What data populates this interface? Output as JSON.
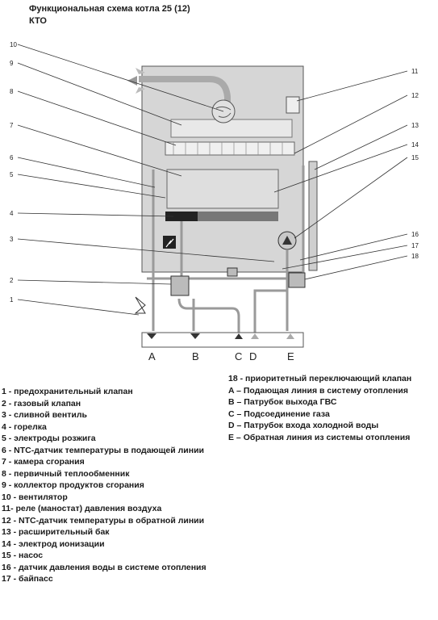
{
  "title_line1": "Функциональная схема котла 25 (12)",
  "title_line2": "КТО",
  "callouts": [
    "10",
    "9",
    "8",
    "7",
    "6",
    "5",
    "4",
    "3",
    "2",
    "1",
    "11",
    "12",
    "13",
    "14",
    "15",
    "16",
    "17",
    "18"
  ],
  "ports": [
    "A",
    "B",
    "C",
    "D",
    "E"
  ],
  "legend_left": [
    {
      "key": "1 - ",
      "text": "предохранительный клапан"
    },
    {
      "key": "2 - ",
      "text": "газовый клапан"
    },
    {
      "key": "3 - ",
      "text": "сливной вентиль"
    },
    {
      "key": "4 - ",
      "text": "горелка"
    },
    {
      "key": "5 - ",
      "text": "электроды розжига"
    },
    {
      "key": "6 - ",
      "text": "NTC-датчик температуры в подающей линии"
    },
    {
      "key": "7 - ",
      "text": "камера сгорания"
    },
    {
      "key": "8 - ",
      "text": "первичный теплообменник"
    },
    {
      "key": "9 - ",
      "text": "коллектор продуктов сгорания"
    },
    {
      "key": "10 - ",
      "text": "вентилятор"
    },
    {
      "key": "11- ",
      "text": "реле (маностат) давления воздуха"
    },
    {
      "key": "12 - ",
      "text": "NTC-датчик температуры в обратной линии"
    },
    {
      "key": "13 - ",
      "text": "расширительный бак"
    },
    {
      "key": "14 - ",
      "text": "электрод ионизации"
    },
    {
      "key": "15 - ",
      "text": "насос"
    },
    {
      "key": "16 - ",
      "text": "датчик давления воды в системе отопления"
    },
    {
      "key": "17 - ",
      "text": "байпасс"
    }
  ],
  "legend_right": [
    {
      "key": "18 - ",
      "text": "приоритетный переключающий клапан"
    },
    {
      "key": "A – ",
      "text": "Подающая линия в систему отопления"
    },
    {
      "key": "B – ",
      "text": "Патрубок выхода ГВС"
    },
    {
      "key": "C – ",
      "text": "Подсоединение газа"
    },
    {
      "key": "D – ",
      "text": "Патрубок входа холодной воды"
    },
    {
      "key": "E – ",
      "text": "Обратная линия из системы отопления"
    }
  ]
}
